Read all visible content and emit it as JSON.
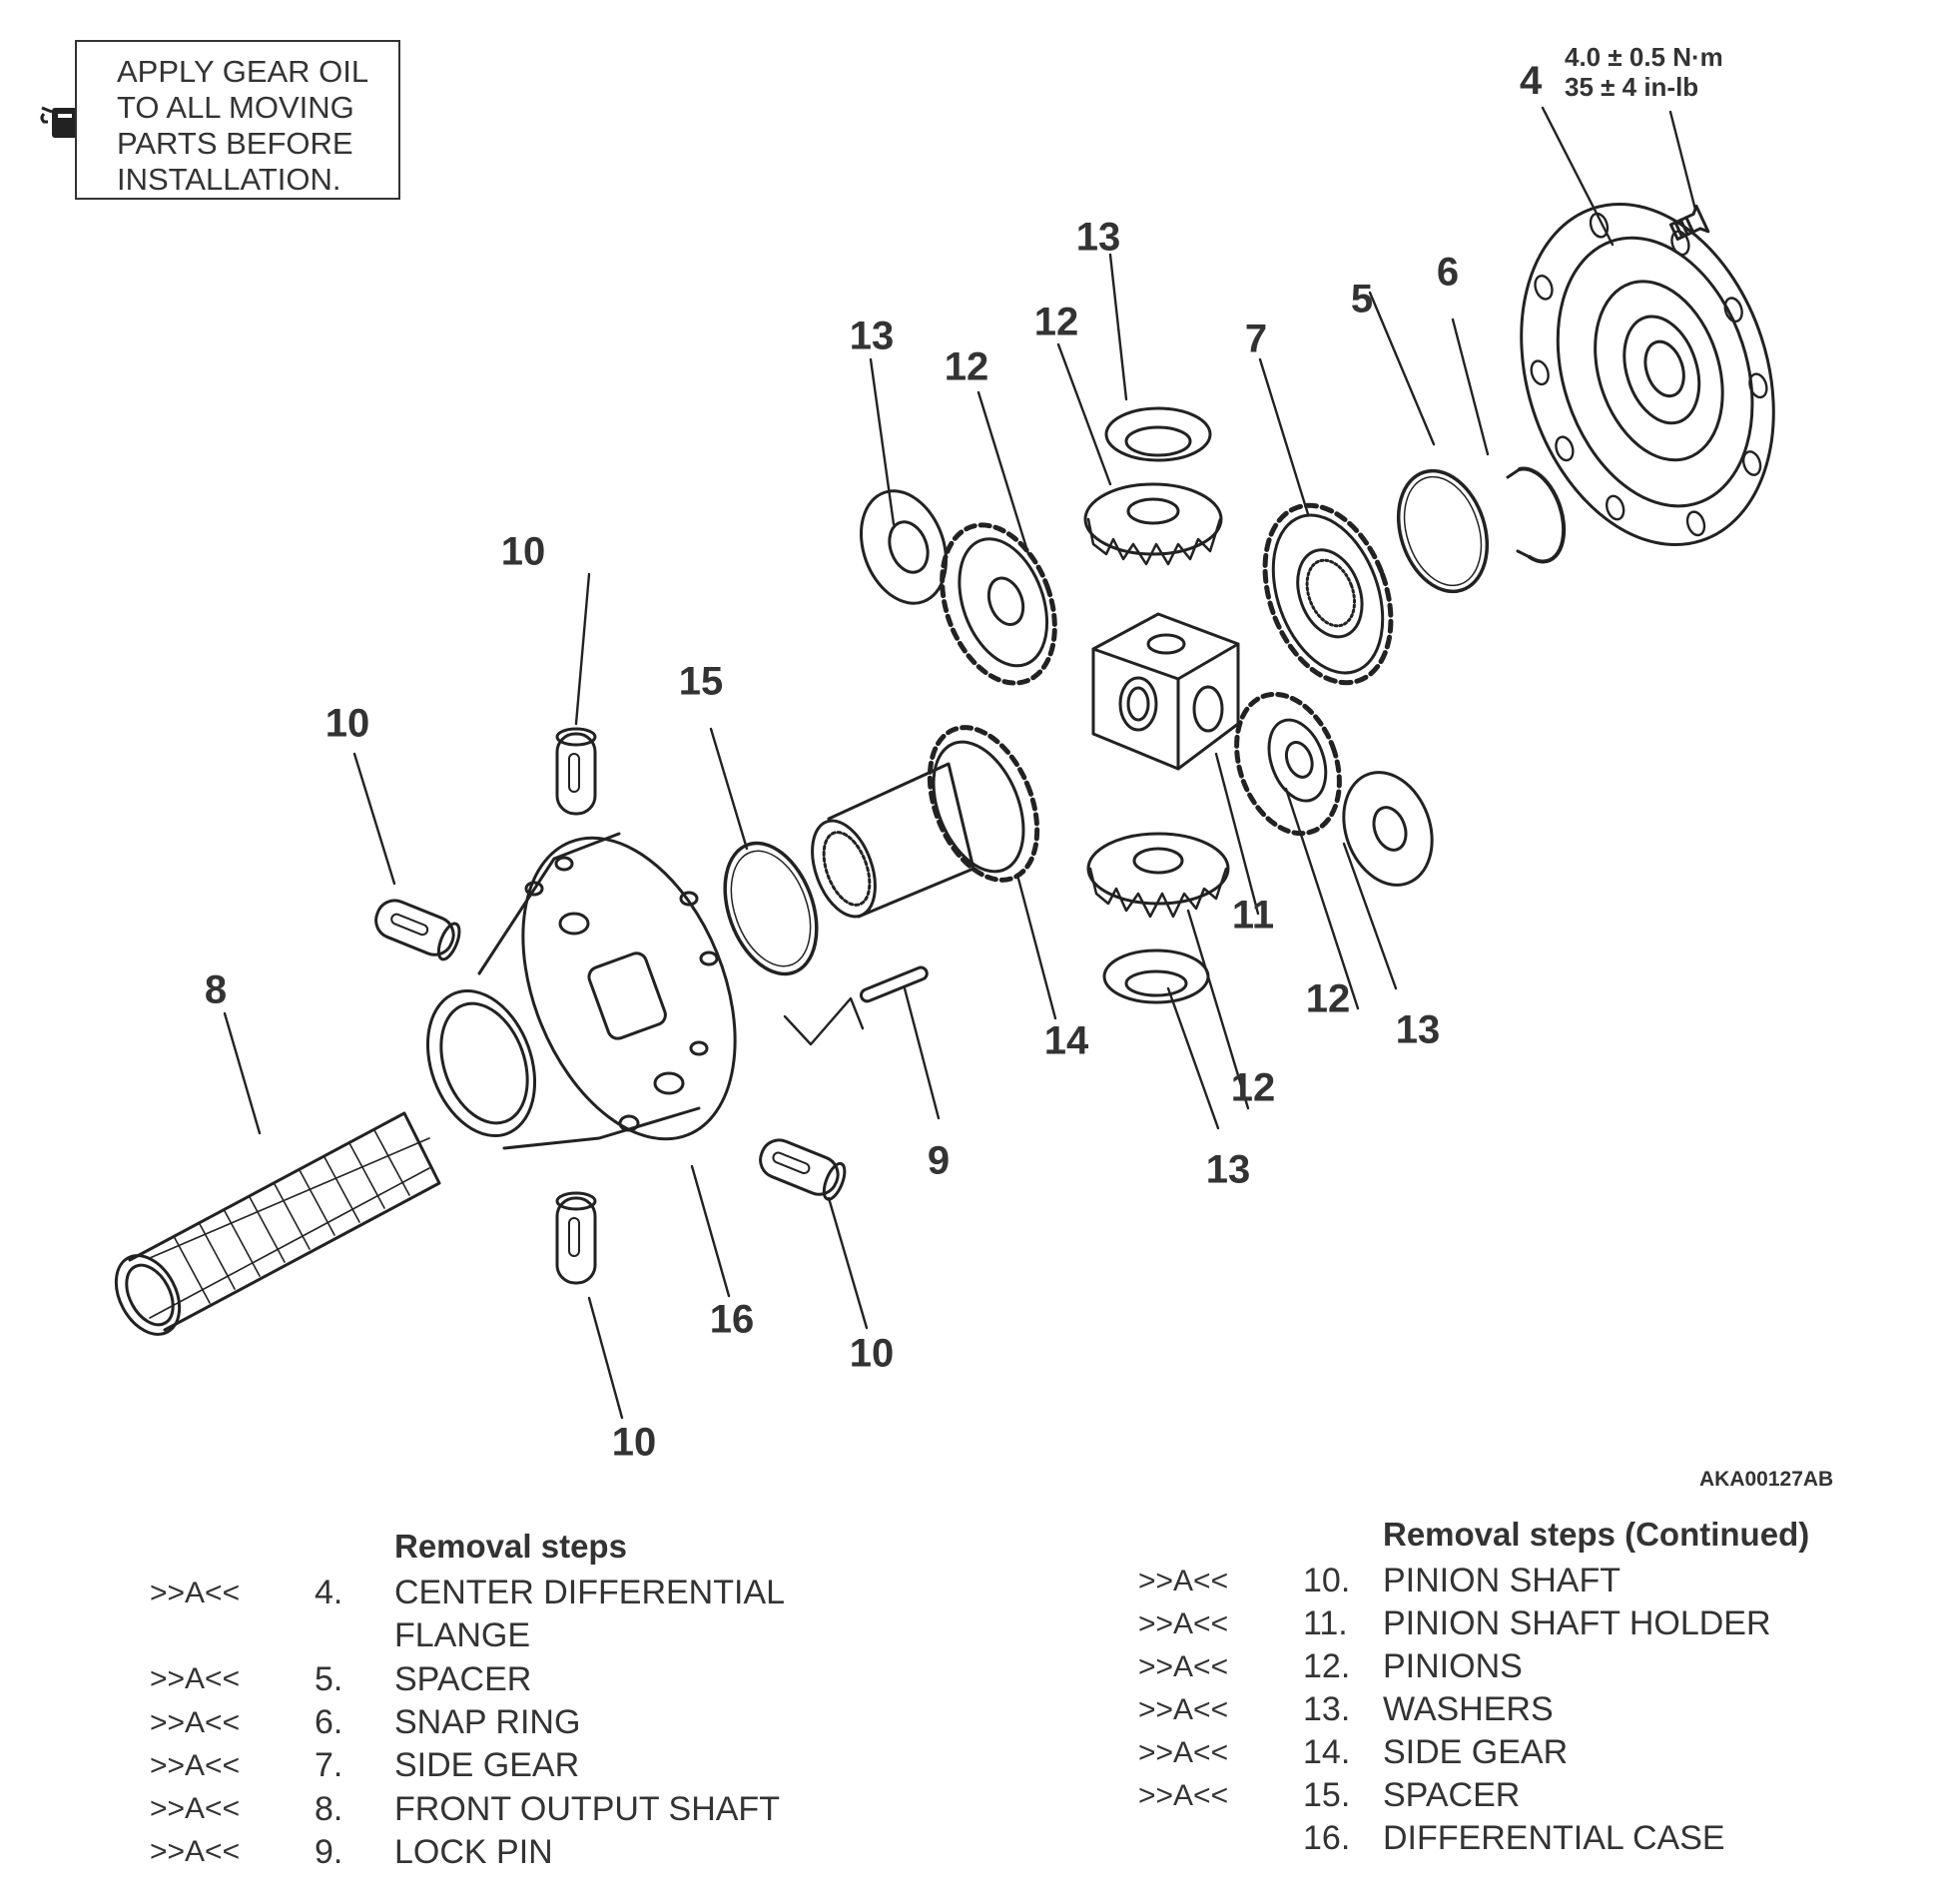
{
  "note": {
    "lines": [
      "APPLY GEAR OIL",
      "TO ALL MOVING",
      "PARTS BEFORE",
      "INSTALLATION."
    ],
    "icon": "oil-can-icon"
  },
  "torque": {
    "part": "4",
    "nm": "4.0 ± 0.5 N·m",
    "inlb": "35 ± 4 in-lb"
  },
  "figure_id": "AKA00127AB",
  "callouts": [
    {
      "label": "13"
    },
    {
      "label": "13"
    },
    {
      "label": "12"
    },
    {
      "label": "12"
    },
    {
      "label": "7"
    },
    {
      "label": "5"
    },
    {
      "label": "6"
    },
    {
      "label": "10"
    },
    {
      "label": "10"
    },
    {
      "label": "15"
    },
    {
      "label": "8"
    },
    {
      "label": "11"
    },
    {
      "label": "12"
    },
    {
      "label": "13"
    },
    {
      "label": "14"
    },
    {
      "label": "12"
    },
    {
      "label": "9"
    },
    {
      "label": "13"
    },
    {
      "label": "16"
    },
    {
      "label": "10"
    },
    {
      "label": "10"
    }
  ],
  "removal_steps": {
    "heading": "Removal steps",
    "items": [
      {
        "mark": ">>A<<",
        "no": "4.",
        "name": "CENTER DIFFERENTIAL"
      },
      {
        "mark": "",
        "no": "",
        "name": "FLANGE"
      },
      {
        "mark": ">>A<<",
        "no": "5.",
        "name": "SPACER"
      },
      {
        "mark": ">>A<<",
        "no": "6.",
        "name": "SNAP RING"
      },
      {
        "mark": ">>A<<",
        "no": "7.",
        "name": "SIDE GEAR"
      },
      {
        "mark": ">>A<<",
        "no": "8.",
        "name": "FRONT OUTPUT SHAFT"
      },
      {
        "mark": ">>A<<",
        "no": "9.",
        "name": "LOCK PIN"
      }
    ]
  },
  "removal_steps_continued": {
    "heading": "Removal steps (Continued)",
    "items": [
      {
        "mark": ">>A<<",
        "no": "10.",
        "name": "PINION SHAFT"
      },
      {
        "mark": ">>A<<",
        "no": "11.",
        "name": "PINION SHAFT HOLDER"
      },
      {
        "mark": ">>A<<",
        "no": "12.",
        "name": "PINIONS"
      },
      {
        "mark": ">>A<<",
        "no": "13.",
        "name": "WASHERS"
      },
      {
        "mark": ">>A<<",
        "no": "14.",
        "name": "SIDE GEAR"
      },
      {
        "mark": ">>A<<",
        "no": "15.",
        "name": "SPACER"
      },
      {
        "mark": "",
        "no": "16.",
        "name": "DIFFERENTIAL CASE"
      }
    ]
  }
}
